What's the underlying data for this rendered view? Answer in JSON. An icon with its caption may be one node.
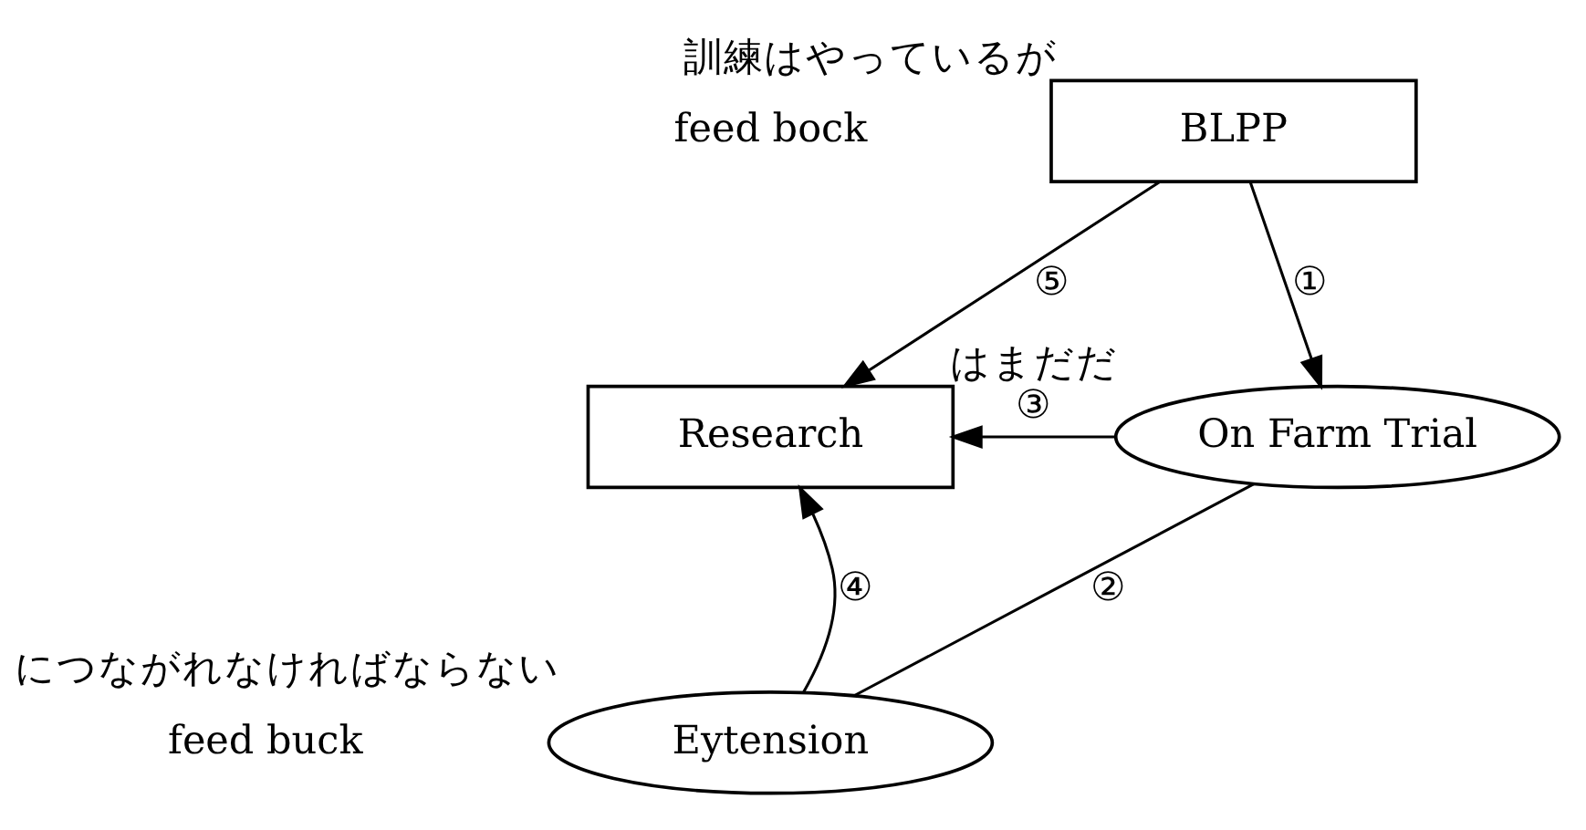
{
  "diagram": {
    "nodes": [
      {
        "text": [
          "BLPP"
        ],
        "beside": [
          "訓練はやっているが"
        ]
      },
      {
        "text": [
          "Research"
        ]
      },
      {
        "text": [
          "On Farm Trial"
        ],
        "beside": [
          "はまだだ"
        ]
      },
      {
        "text": [
          "Eytension"
        ],
        "beside": [
          "につながれなければならない"
        ]
      }
    ],
    "edges": [
      {
        "from": 0,
        "to": 2,
        "arrow": "to",
        "label": "①"
      },
      {
        "from": 3,
        "to": 2,
        "arrow": "none",
        "label": "②"
      },
      {
        "from": 2,
        "to": 1,
        "arrow": "to",
        "label": "③"
      },
      {
        "from": 3,
        "to": 1,
        "arrow": "to",
        "label": "④"
      },
      {
        "from": 0,
        "to": 1,
        "arrow": "to",
        "label": "⑤"
      }
    ],
    "labels": [
      "feed bock",
      "feed buck"
    ]
  }
}
